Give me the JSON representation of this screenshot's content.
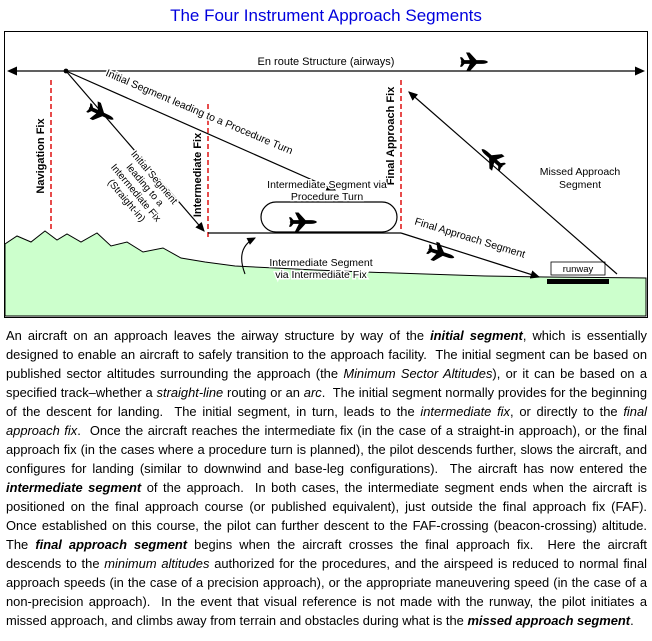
{
  "title": "The Four Instrument Approach Segments",
  "diagram": {
    "enroute_label": "En route Structure (airways)",
    "fixes": {
      "navigation": "Navigation Fix",
      "intermediate": "Intermediate Fix",
      "final_approach": "Final Approach Fix"
    },
    "labels": {
      "initial_pt": "Initial Segment leading to a Procedure Turn",
      "initial_straight": [
        "Initial Segment",
        "leading to a",
        "Intermediate Fix",
        "(Straight-in)"
      ],
      "intermediate_via_pt": [
        "Intermediate Segment via",
        "Procedure Turn"
      ],
      "intermediate_via_if": [
        "Intermediate Segment",
        "via Intermediate Fix"
      ],
      "final_segment": "Final Approach Segment",
      "missed": [
        "Missed Approach",
        "Segment"
      ],
      "runway": "runway"
    },
    "colors": {
      "fix_red": "#dd0000",
      "terrain_green": "#ccffcc",
      "title_blue": "#0000dd"
    }
  },
  "paragraph": [
    {
      "t": "An aircraft on an approach leaves the airway structure by way of the ",
      "s": ""
    },
    {
      "t": "initial segment",
      "s": "bi"
    },
    {
      "t": ", which is essentially designed to enable an aircraft to safely transition to the approach facility.  The initial segment can be based on published sector altitudes surrounding the approach (the ",
      "s": ""
    },
    {
      "t": "Minimum Sector Altitudes",
      "s": "i"
    },
    {
      "t": "), or it can be based on a specified track–whether a ",
      "s": ""
    },
    {
      "t": "straight-line",
      "s": "i"
    },
    {
      "t": " routing or an ",
      "s": ""
    },
    {
      "t": "arc",
      "s": "i"
    },
    {
      "t": ".  The initial segment normally provides for the beginning of the descent for landing.  The initial segment, in turn, leads to the ",
      "s": ""
    },
    {
      "t": "intermediate fix",
      "s": "i"
    },
    {
      "t": ", or directly to the ",
      "s": ""
    },
    {
      "t": "final approach fix",
      "s": "i"
    },
    {
      "t": ".  Once the aircraft reaches the intermediate fix (in the case of a straight-in approach), or the final approach fix (in the cases where a procedure turn is planned), the pilot descends further, slows the aircraft, and configures for landing (similar to downwind and base-leg configurations).  The aircraft has now entered the ",
      "s": ""
    },
    {
      "t": "intermediate segment",
      "s": "bi"
    },
    {
      "t": " of the approach.  In both cases, the intermediate segment ends when the aircraft is positioned on the final approach course (or published equivalent), just outside the final approach fix (FAF).  Once established on this course, the pilot can further descent to the FAF-crossing (beacon-crossing) altitude.  The ",
      "s": ""
    },
    {
      "t": "final approach segment",
      "s": "bi"
    },
    {
      "t": " begins when the aircraft crosses the final approach fix.  Here the aircraft descends to the ",
      "s": ""
    },
    {
      "t": "minimum altitudes",
      "s": "i"
    },
    {
      "t": " authorized for the procedures, and the airspeed is reduced to normal final approach speeds (in the case of a precision approach), or the appropriate maneuvering speed (in the case of a non-precision approach).  In the event that visual reference is not made with the runway, the pilot initiates a missed approach, and climbs away from terrain and obstacles during what is the ",
      "s": ""
    },
    {
      "t": "missed approach segment",
      "s": "bi"
    },
    {
      "t": ".",
      "s": ""
    }
  ]
}
